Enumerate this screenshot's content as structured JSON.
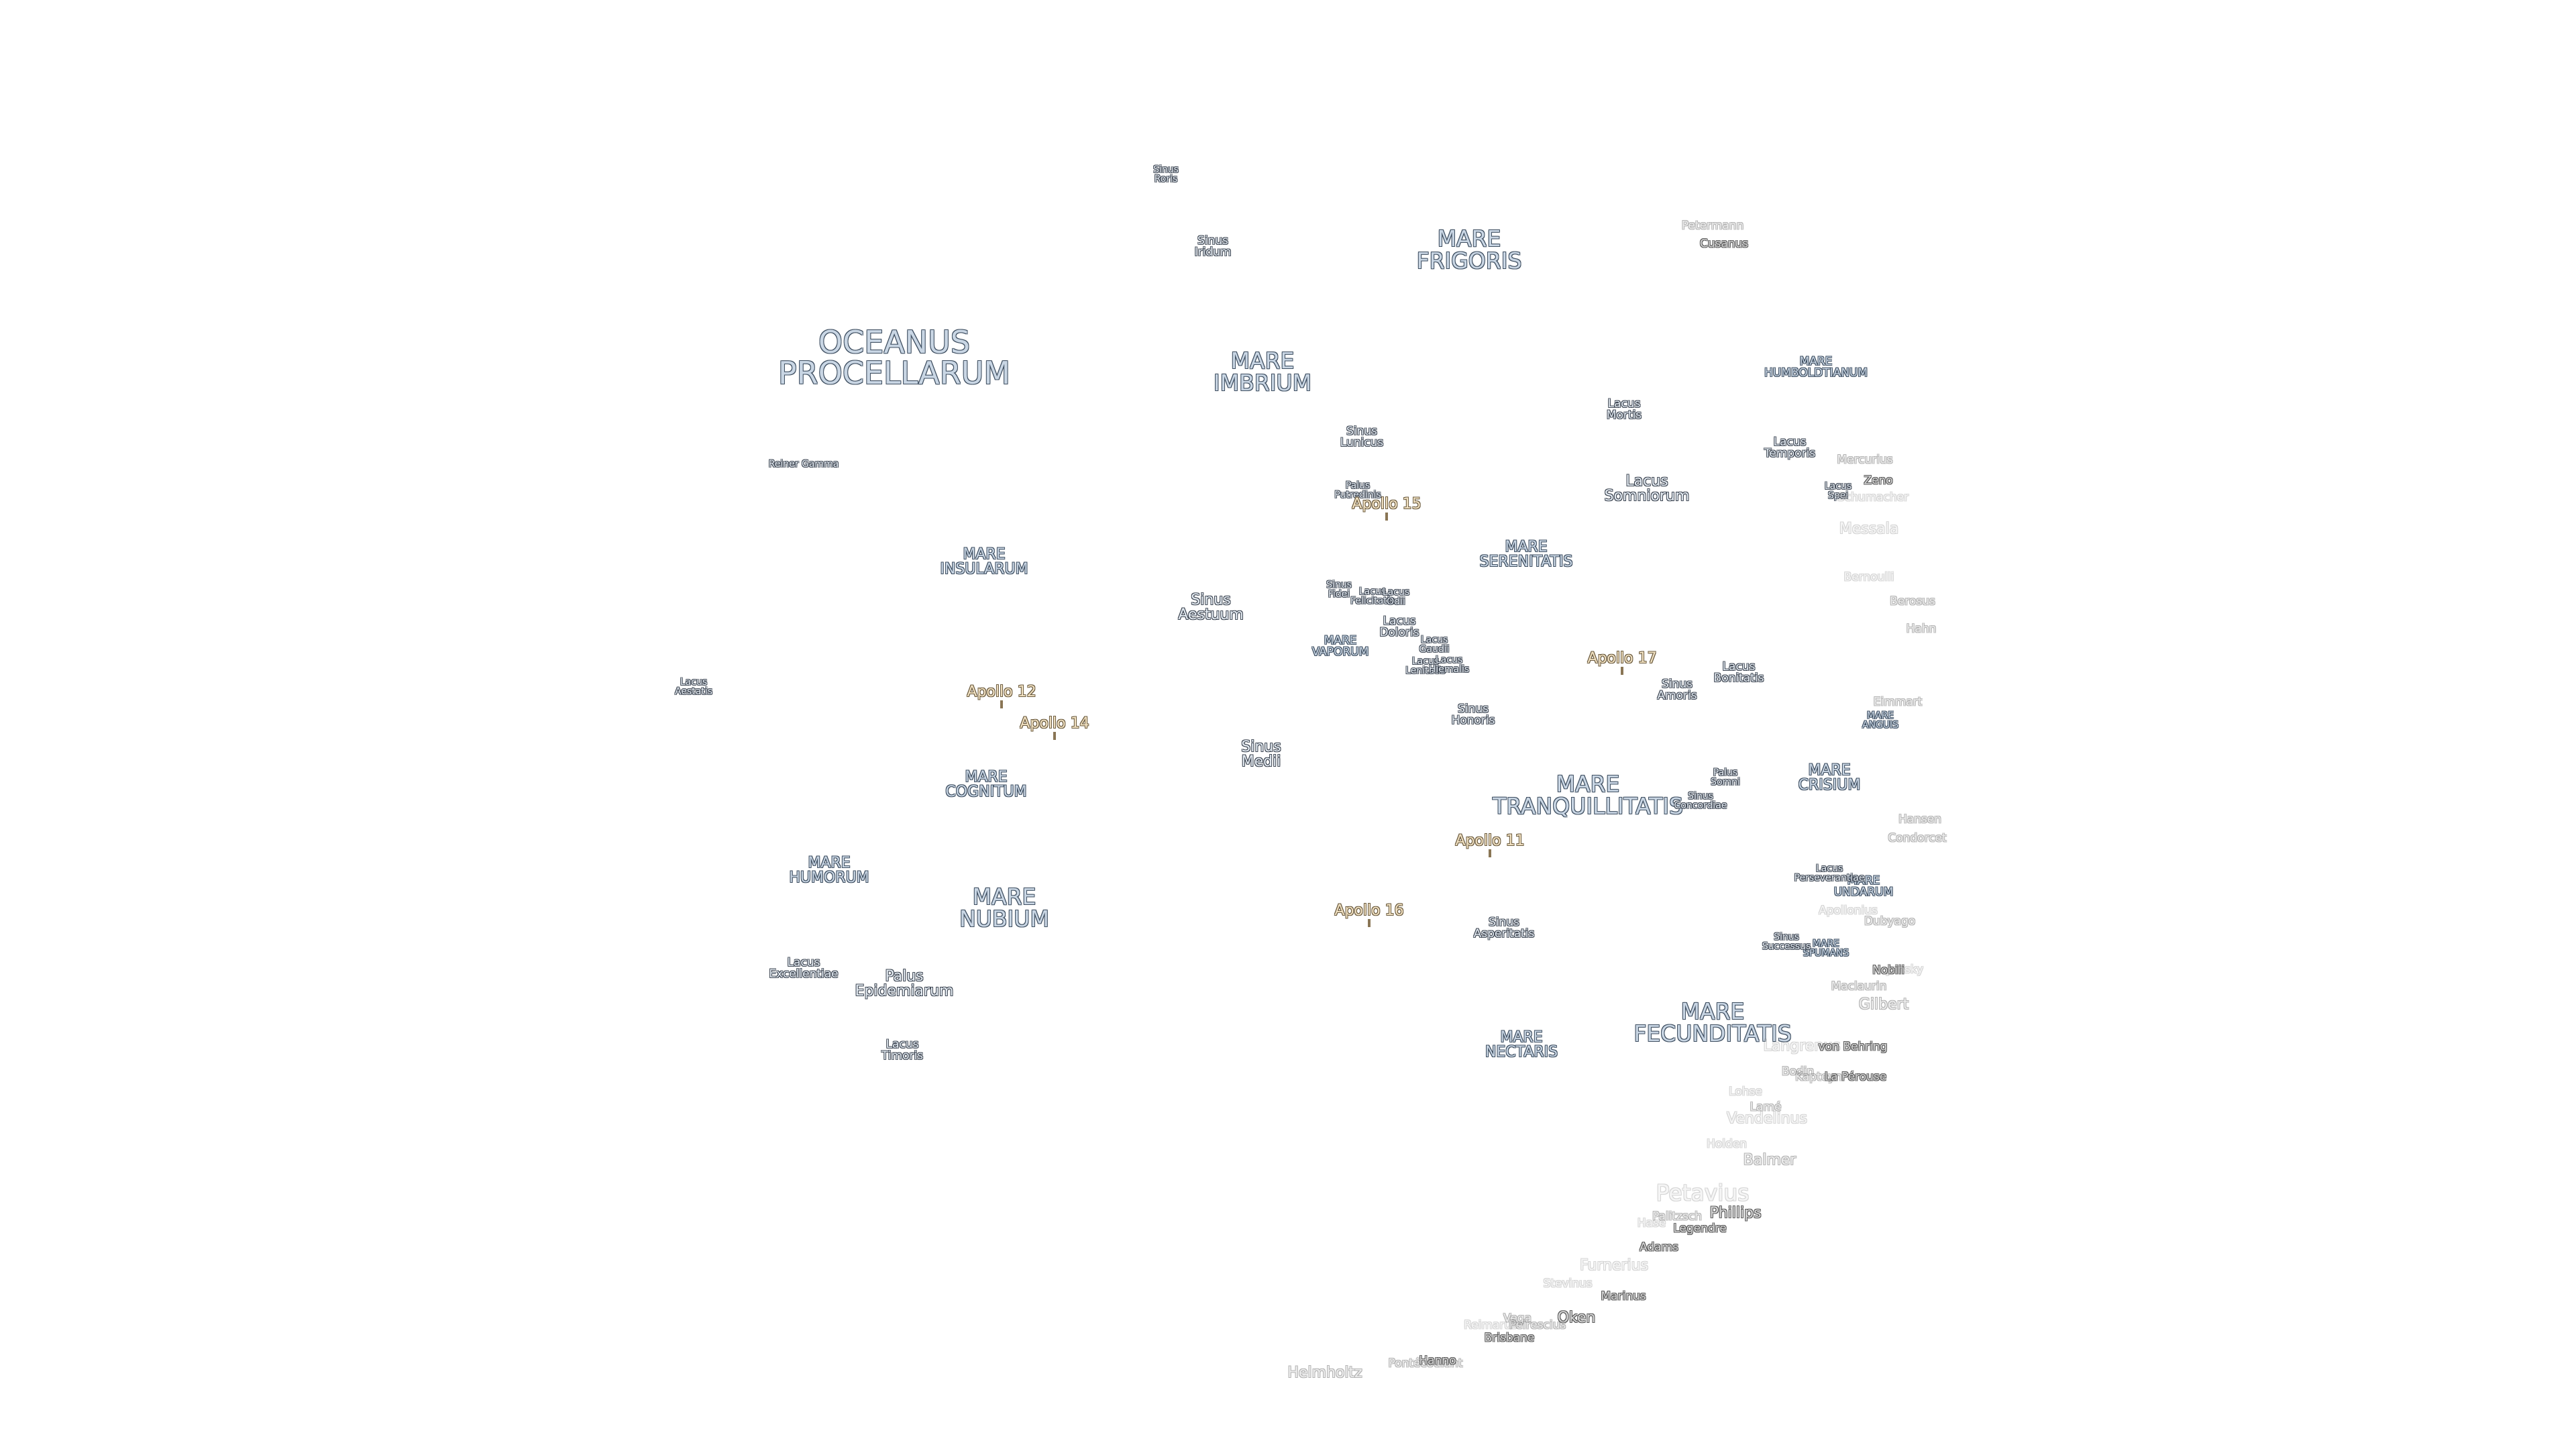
{
  "maria": {
    "oceanus_procellarum": "OCEANUS\nPROCELLARUM",
    "mare_frigoris": "MARE\nFRIGORIS",
    "mare_imbrium": "MARE\nIMBRIUM",
    "mare_serenitatis": "MARE\nSERENITATIS",
    "mare_tranquillitatis": "MARE\nTRANQUILLITATIS",
    "mare_crisium": "MARE\nCRISIUM",
    "mare_insularum": "MARE\nINSULARUM",
    "mare_cognitum": "MARE\nCOGNITUM",
    "mare_humorum": "MARE\nHUMORUM",
    "mare_nubium": "MARE\nNUBIUM",
    "mare_vaporum": "MARE\nVAPORUM",
    "mare_nectaris": "MARE\nNECTARIS",
    "mare_fecunditatis": "MARE\nFECUNDITATIS",
    "mare_humboldtianum": "MARE\nHUMBOLDTIANUM",
    "mare_anguis": "MARE\nANGUIS",
    "mare_undarum": "MARE\nUNDARUM",
    "mare_spumans": "MARE\nSPUMANS"
  },
  "features": {
    "sinus_roris": "Sinus\nRoris",
    "sinus_iridum": "Sinus\nIridum",
    "sinus_lunicus": "Sinus\nLunicus",
    "palus_putredinis": "Palus\nPutredinis",
    "lacus_mortis": "Lacus\nMortis",
    "lacus_somniorum": "Lacus\nSomniorum",
    "lacus_temporis": "Lacus\nTemporis",
    "lacus_spei": "Lacus\nSpei",
    "reiner_gamma": "Reiner Gamma",
    "sinus_aestuum": "Sinus\nAestuum",
    "sinus_fidei": "Sinus\nFidei",
    "lacus_felicitatis": "Lacus\nFelicitatis",
    "lacus_odii": "Lacus\nOdii",
    "lacus_doloris": "Lacus\nDoloris",
    "lacus_gaudii": "Lacus\nGaudii",
    "lacus_lenitatis": "Lacus\nLenitatis",
    "lacus_hiemalis": "Lacus\nHiemalis",
    "sinus_honoris": "Sinus\nHonoris",
    "sinus_amoris": "Sinus\nAmoris",
    "lacus_bonitatis": "Lacus\nBonitatis",
    "lacus_aestatis": "Lacus\nAestatis",
    "sinus_medii": "Sinus\nMedii",
    "palus_somni": "Palus\nSomni",
    "sinus_concordiae": "Sinus\nConcordiae",
    "lacus_perseverantiae": "Lacus\nPerseverantiae",
    "sinus_asperitatis": "Sinus\nAsperitatis",
    "sinus_successus": "Sinus\nSuccessus",
    "lacus_excellentiae": "Lacus\nExcellentiae",
    "palus_epidemiarum": "Palus\nEpidemiarum",
    "lacus_timoris": "Lacus\nTimoris"
  },
  "apollo": {
    "a15": "Apollo 15",
    "a17": "Apollo 17",
    "a12": "Apollo 12",
    "a14": "Apollo 14",
    "a11": "Apollo 11",
    "a16": "Apollo 16"
  },
  "craters": {
    "petermann": "Petermann",
    "cusanus": "Cusanus",
    "mercurius": "Mercurius",
    "zeno": "Zeno",
    "schumacher": "Schumacher",
    "messala": "Messala",
    "bernoulli": "Bernoulli",
    "berosus": "Berosus",
    "hahn": "Hahn",
    "eimmart": "Eimmart",
    "hansen": "Hansen",
    "condorcet": "Condorcet",
    "apollonius": "Apollonius",
    "dubyago": "Dubyago",
    "nobili": "Nobili",
    "jansky": "Jansky",
    "maclaurin": "Maclaurin",
    "gilbert": "Gilbert",
    "langrenus": "Langrenus",
    "von_behring": "von Behring",
    "bodin": "Bodin",
    "kapteyn": "Kapteyn",
    "la_perouse": "La Pérouse",
    "lohse": "Lohse",
    "lame": "Lamé",
    "vendelinus": "Vendelinus",
    "holden": "Holden",
    "balmer": "Balmer",
    "petavius": "Petavius",
    "palitzsch": "Palitzsch",
    "hase": "Hase",
    "phillips": "Phillips",
    "legendre": "Legendre",
    "adams": "Adams",
    "furnerius": "Furnerius",
    "stevinus": "Stevinus",
    "marinus": "Marinus",
    "vega": "Vega",
    "oken": "Oken",
    "reimarus": "Reimarus",
    "peirescius": "Peirescius",
    "brisbane": "Brisbane",
    "helmholtz": "Helmholtz",
    "pontecoulant": "Pontécoulant",
    "hanno": "Hanno"
  },
  "colors": {
    "mare_fill": "#c9d6e4",
    "mare_outline": "#3e4e60",
    "apollo_fill": "#f2e2c3",
    "apollo_outline": "#6a5a3e",
    "crater_fill": "#d8d8d8",
    "crater_outline": "#5a5a5a",
    "background": "#ffffff"
  }
}
